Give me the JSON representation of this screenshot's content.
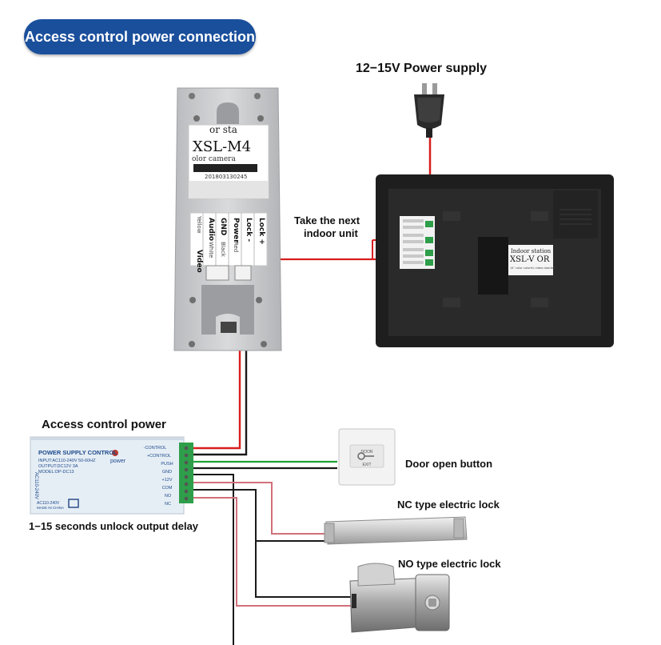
{
  "title": "Access control power connection",
  "labels": {
    "power_supply": "12−15V Power supply",
    "take_next_line1": "Take the next",
    "take_next_line2": "indoor unit",
    "access_control_power": "Access control power",
    "unlock_delay": "1−15 seconds unlock output delay",
    "door_open_button": "Door open button",
    "nc_lock": "NC type electric lock",
    "no_lock": "NO type electric lock"
  },
  "outdoor_station": {
    "label_top": "or sta",
    "model": "XSL-M4",
    "sub": "olor camera",
    "serial": "201803130245",
    "terminal_labels": [
      "Video",
      "Audio",
      "GND",
      "Power",
      "Lock -",
      "Lock +"
    ],
    "wire_colors": [
      "Yellow",
      "White",
      "Black",
      "Red"
    ]
  },
  "indoor_station": {
    "label_line1": "Indoor station",
    "model": "XSL-V OR",
    "sub_line": "14″ color colorful video doorbell"
  },
  "power_supply_box": {
    "title": "POWER SUPPLY CONTROL",
    "power_word": "power",
    "specs": [
      "INPUT:AC110-240V 50-60HZ",
      "OUTPUT:DC12V 3A",
      "MODEL:DP-DC13"
    ],
    "side_text": "AC110-240V",
    "bottom_left": [
      "AC110-240V",
      "MADE IN CHINA"
    ],
    "terminals": [
      "-CONTROL",
      "+CONTROL",
      "PUSH",
      "GND",
      "+12V",
      "COM",
      "NO",
      "NC"
    ]
  },
  "exit_button": {
    "top": "DOOR",
    "bottom": "EXIT"
  },
  "colors": {
    "pill": "#1a4f9c",
    "wire_red": "#d81e1e",
    "wire_black": "#1a1a1a",
    "wire_green": "#22a13a",
    "wire_pink": "#d0707a",
    "terminal_green": "#2e9e4a",
    "panel_black": "#1e1e1e",
    "outdoor_silver": "#c9cbce"
  }
}
